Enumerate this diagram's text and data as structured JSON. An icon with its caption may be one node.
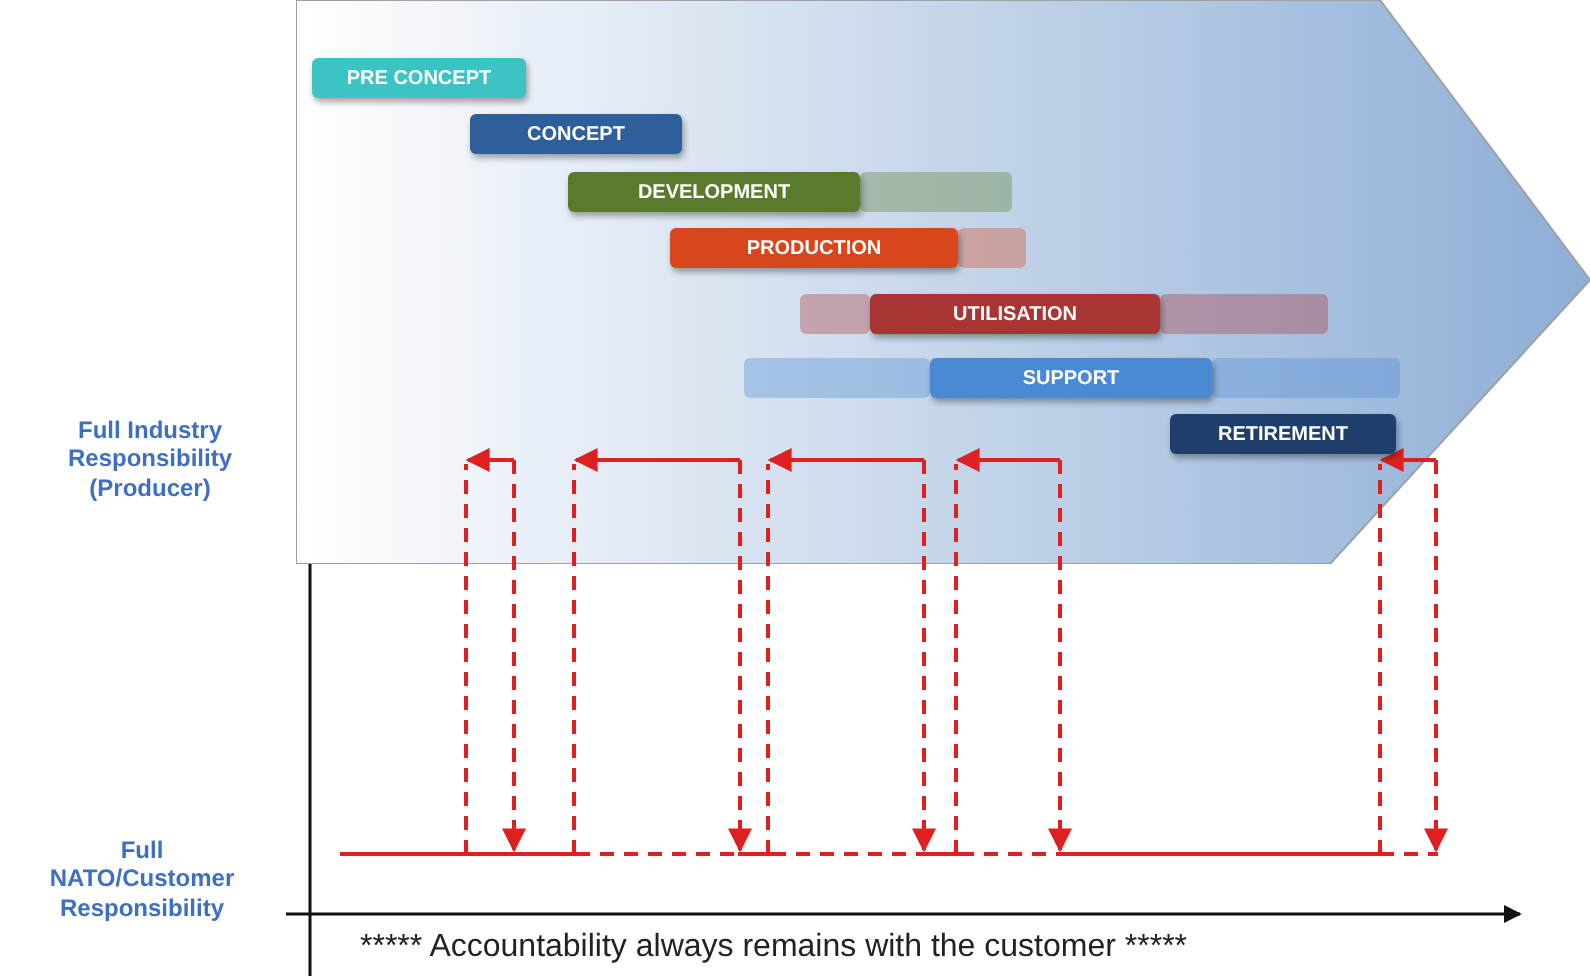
{
  "diagram": {
    "nodes": [
      {
        "text": [],
        "shape": "chevron"
      },
      {
        "text": [
          "PRE CONCEPT"
        ],
        "in": 0
      },
      {
        "text": [
          "CONCEPT"
        ],
        "in": 0
      },
      {
        "text": [
          "DEVELOPMENT"
        ],
        "in": 0
      },
      {
        "text": [
          "PRODUCTION"
        ],
        "in": 0
      },
      {
        "text": [
          "UTILISATION"
        ],
        "in": 0
      },
      {
        "text": [
          "SUPPORT"
        ],
        "in": 0
      },
      {
        "text": [
          "RETIREMENT"
        ],
        "in": 0
      },
      {
        "text": [],
        "shape": "bar",
        "in": 0
      },
      {
        "text": [],
        "shape": "bar",
        "in": 0
      },
      {
        "text": [],
        "shape": "bar",
        "in": 0
      },
      {
        "text": [],
        "shape": "bar",
        "in": 0
      },
      {
        "text": [],
        "shape": "bar",
        "in": 0
      },
      {
        "text": [],
        "shape": "bar",
        "in": 0
      }
    ],
    "labels": [
      "Full Industry Responsibility (Producer)",
      "Full NATO/Customer Responsibility",
      "***** Accountability always remains with the customer *****"
    ]
  }
}
